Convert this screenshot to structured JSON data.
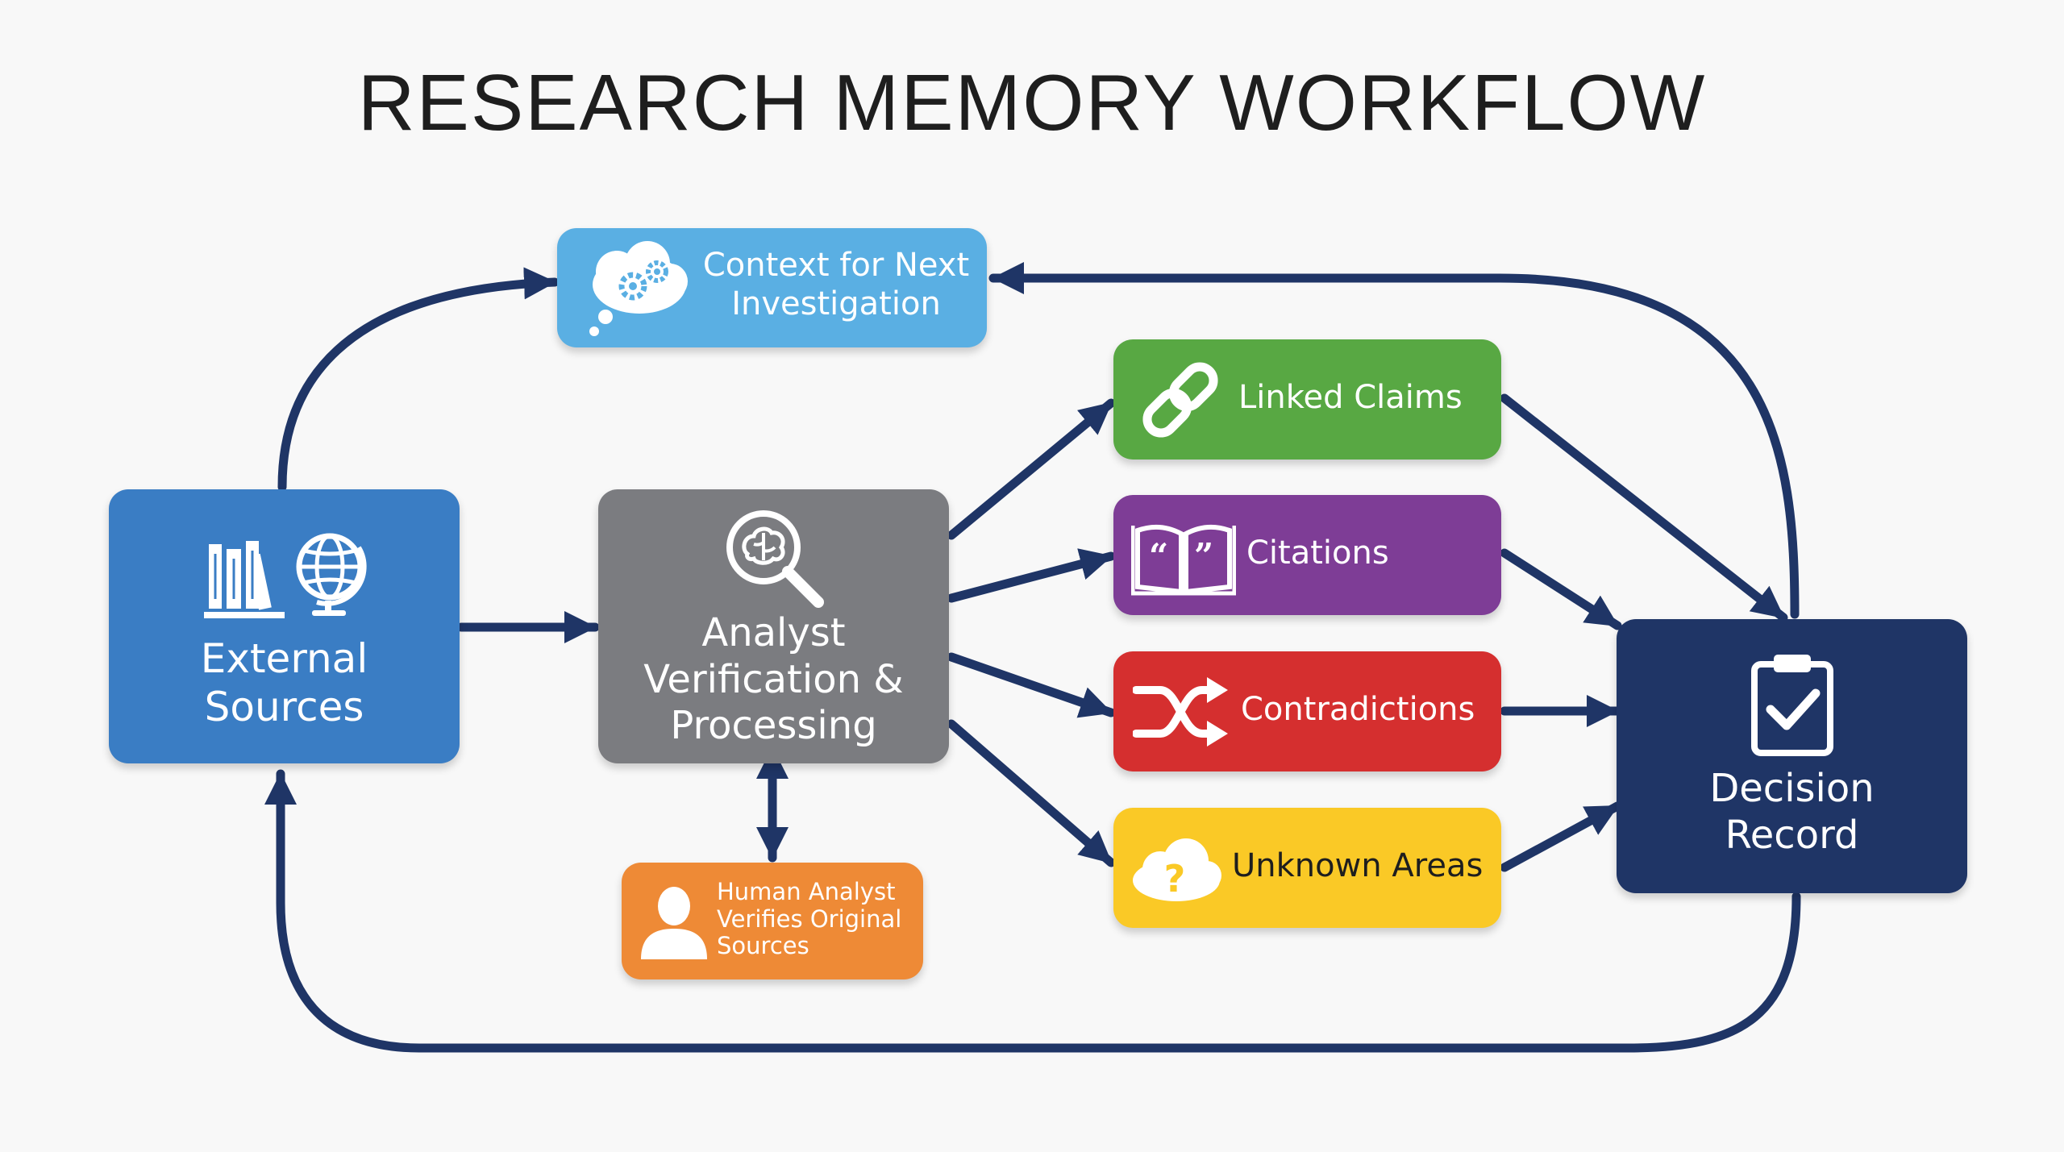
{
  "title": "RESEARCH MEMORY WORKFLOW",
  "colors": {
    "arrow": "#1f3566",
    "external": "#3a7dc4",
    "analyst": "#7b7c80",
    "context": "#5aafe3",
    "human": "#ee8a36",
    "linked": "#58a843",
    "citations": "#7e3d96",
    "contradictions": "#d52f2f",
    "unknown": "#fac926",
    "decision": "#1f3566"
  },
  "nodes": {
    "external": {
      "line1": "External",
      "line2": "Sources",
      "icons": [
        "books-icon",
        "globe-icon"
      ]
    },
    "analyst": {
      "line1": "Analyst",
      "line2": "Verification &",
      "line3": "Processing",
      "icon": "brain-magnifier-icon"
    },
    "context": {
      "line1": "Context for Next",
      "line2": "Investigation",
      "icon": "thought-cloud-gears-icon"
    },
    "human": {
      "line1": "Human Analyst",
      "line2": "Verifies Original",
      "line3": "Sources",
      "icon": "person-icon"
    },
    "linked": {
      "label": "Linked Claims",
      "icon": "chain-link-icon"
    },
    "citations": {
      "label": "Citations",
      "icon": "quote-book-icon"
    },
    "contradictions": {
      "label": "Contradictions",
      "icon": "shuffle-arrows-icon"
    },
    "unknown": {
      "label": "Unknown Areas",
      "icon": "question-cloud-icon"
    },
    "decision": {
      "line1": "Decision",
      "line2": "Record",
      "icon": "clipboard-check-icon"
    }
  }
}
